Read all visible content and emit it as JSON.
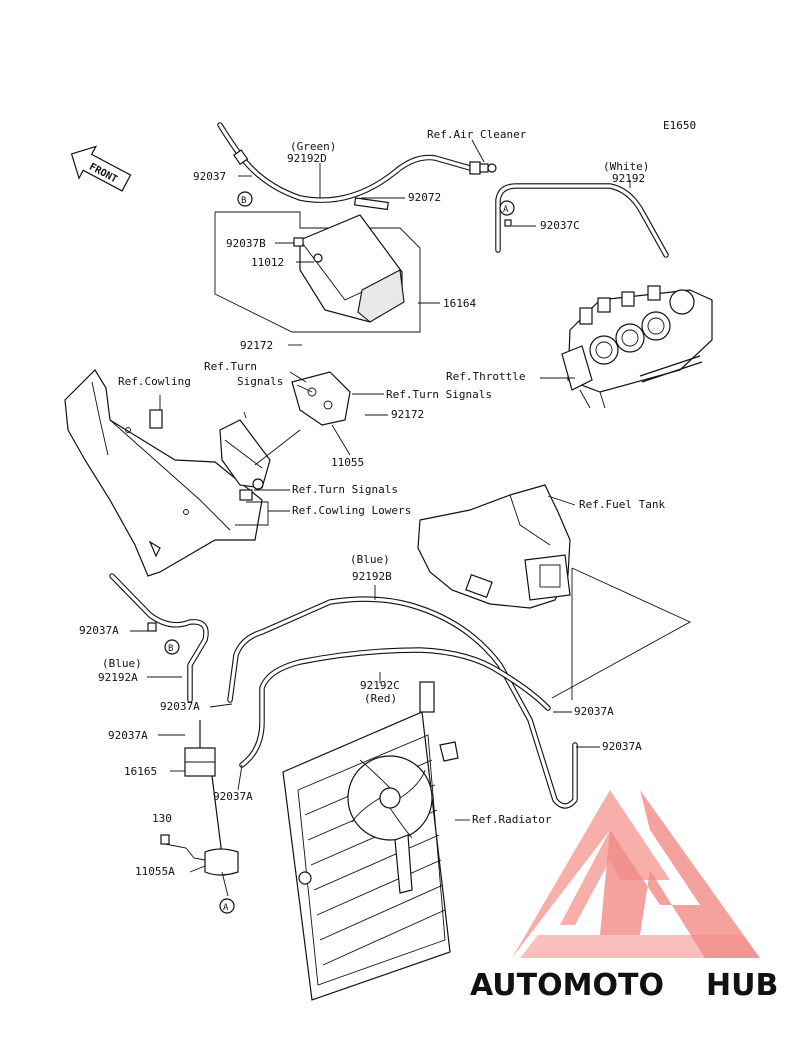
{
  "diagram_code": "E1650",
  "front_label": "FRONT",
  "circle_a": "A",
  "circle_b": "B",
  "labels": {
    "green": "(Green)",
    "p92192D": "92192D",
    "ref_air_cleaner": "Ref.Air Cleaner",
    "white": "(White)",
    "p92192": "92192",
    "p92037_top": "92037",
    "p92072": "92072",
    "p92037C": "92037C",
    "p92037B": "92037B",
    "p11012": "11012",
    "p16164": "16164",
    "p92172_top": "92172",
    "ref_turn": "Ref.Turn",
    "signals": "Signals",
    "ref_cowling": "Ref.Cowling",
    "ref_throttle": "Ref.Throttle",
    "ref_turn_signals_r": "Ref.Turn Signals",
    "p92172_mid": "92172",
    "p11055": "11055",
    "ref_turn_signals_low": "Ref.Turn Signals",
    "ref_cowling_lowers": "Ref.Cowling Lowers",
    "ref_fuel_tank": "Ref.Fuel Tank",
    "blue_top": "(Blue)",
    "p92192B": "92192B",
    "p92037A_1": "92037A",
    "blue_left": "(Blue)",
    "p92192A": "92192A",
    "p92192C": "92192C",
    "red": "(Red)",
    "p92037A_2": "92037A",
    "p92037A_3": "92037A",
    "p92037A_4": "92037A",
    "p92037A_5": "92037A",
    "p16165": "16165",
    "p92037A_6": "92037A",
    "ref_radiator": "Ref.Radiator",
    "p130": "130",
    "p11055A": "11055A"
  },
  "watermark": {
    "part1": "AUTOMOTO",
    "part2": "HUB",
    "color1": "#f7b45e",
    "color2": "#3d3d3d",
    "logo_color": "#f28b86"
  }
}
